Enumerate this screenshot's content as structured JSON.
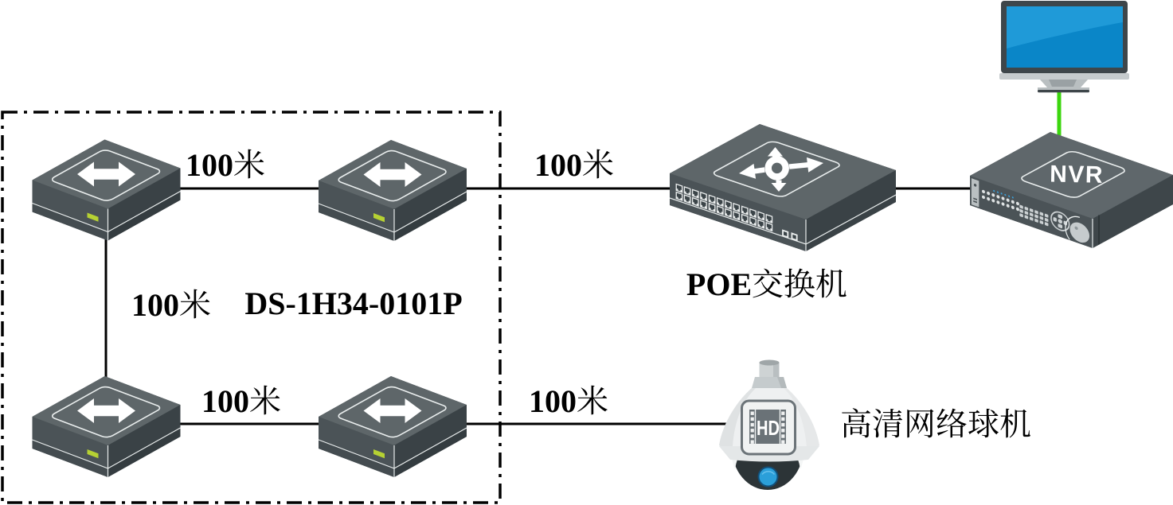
{
  "diagram": {
    "group": {
      "model_label": "DS-1H34-0101P",
      "border_style": "dash-dot",
      "members": [
        "extender-1",
        "extender-2",
        "extender-3",
        "extender-4"
      ]
    },
    "links": {
      "ext1_ext2": {
        "label": "100米"
      },
      "ext2_poe": {
        "label": "100米"
      },
      "ext1_ext3": {
        "label": "100米"
      },
      "ext3_ext4": {
        "label": "100米"
      },
      "ext4_camera": {
        "label": "100米"
      },
      "poe_nvr": {
        "label": ""
      },
      "nvr_monitor": {
        "label": ""
      }
    },
    "nodes": {
      "poe_switch": {
        "label": "POE交换机"
      },
      "nvr": {
        "panel_text": "NVR"
      },
      "monitor": {},
      "camera": {
        "label": "高清网络球机",
        "badge": "HD"
      }
    }
  },
  "colors": {
    "line_black": "#000000",
    "cable_green": "#3bd60e",
    "screen_blue": "#0a86c8",
    "screen_glare_blue": "#1f9ad8",
    "led_green": "#b6d133",
    "lens_blue": "#2b9fd9",
    "device_top": "#5e6669",
    "device_front": "#4b5357",
    "device_side": "#3a4246"
  }
}
